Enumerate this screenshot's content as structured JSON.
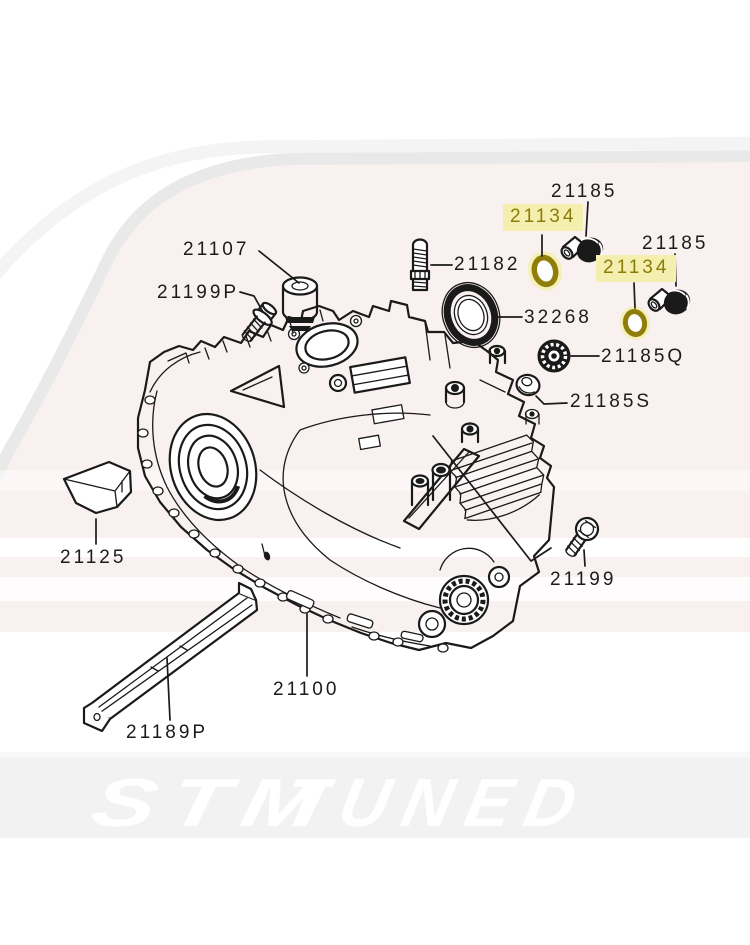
{
  "watermark": {
    "stm": "STM",
    "tuned": "TUNED"
  },
  "labels": [
    {
      "part": "21107",
      "text": "21107",
      "highlighted": false
    },
    {
      "part": "21199P",
      "text": "21199P",
      "highlighted": false
    },
    {
      "part": "21182",
      "text": "21182",
      "highlighted": false
    },
    {
      "part": "21185",
      "text": "21185",
      "highlighted": false
    },
    {
      "part": "21134",
      "text": "21134",
      "highlighted": true
    },
    {
      "part": "21185",
      "text": "21185",
      "highlighted": false
    },
    {
      "part": "21134",
      "text": "21134",
      "highlighted": true
    },
    {
      "part": "32268",
      "text": "32268",
      "highlighted": false
    },
    {
      "part": "21185Q",
      "text": "21185Q",
      "highlighted": false
    },
    {
      "part": "21185S",
      "text": "21185S",
      "highlighted": false
    },
    {
      "part": "21125",
      "text": "21125",
      "highlighted": false
    },
    {
      "part": "21199",
      "text": "21199",
      "highlighted": false
    },
    {
      "part": "21100",
      "text": "21100",
      "highlighted": false
    },
    {
      "part": "21189P",
      "text": "21189P",
      "highlighted": false
    }
  ],
  "colors": {
    "highlight_bg": "#F4EEAF",
    "highlight_text": "#8A7C08",
    "line": "#1A1A1A",
    "accent_ring": "#8F7F0A",
    "swoosh_outer": "#F4F4F4",
    "swoosh_inner": "#E9E9E9",
    "tint": "#F9F1EF",
    "watermark_band": "#F3F2F2",
    "watermark_text": "#FFFFFF"
  }
}
